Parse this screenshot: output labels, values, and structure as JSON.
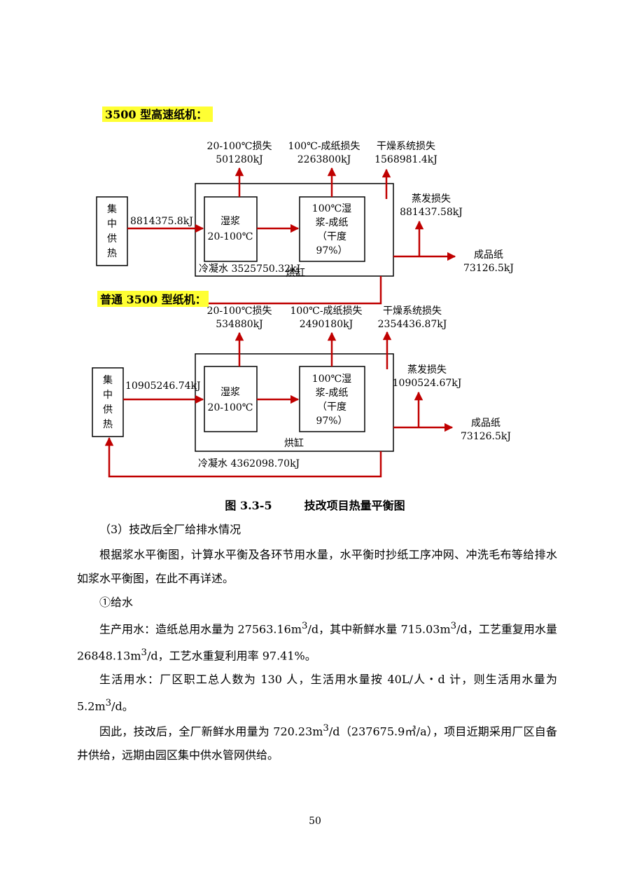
{
  "diagram": {
    "top": {
      "section_label": "3500 型高速纸机：",
      "loss_1_name": "20-100℃损失",
      "loss_1_value": "501280kJ",
      "loss_2_name": "100℃-成纸损失",
      "loss_2_value": "2263800kJ",
      "loss_3_name": "干燥系统损失",
      "loss_3_value": "1568981.4kJ",
      "evap_name": "蒸发损失",
      "evap_value": "881437.58kJ",
      "heat_supply": [
        "集",
        "中",
        "供",
        "热"
      ],
      "heat_input": "8814375.8kJ",
      "stage1_title": "湿浆",
      "stage1_range": "20-100℃",
      "stage2_lines": [
        "100℃湿",
        "浆-成纸",
        "（干度",
        "97%）"
      ],
      "dryer_label": "烘缸",
      "condensate": "冷凝水 3525750.32kJ",
      "product_name": "成品纸",
      "product_value": "73126.5kJ"
    },
    "bottom": {
      "section_label": "普通 3500 型纸机：",
      "loss_1_name": "20-100℃损失",
      "loss_1_value": "534880kJ",
      "loss_2_name": "100℃-成纸损失",
      "loss_2_value": "2490180kJ",
      "loss_3_name": "干燥系统损失",
      "loss_3_value": "2354436.87kJ",
      "evap_name": "蒸发损失",
      "evap_value": "1090524.67kJ",
      "heat_supply": [
        "集",
        "中",
        "供",
        "热"
      ],
      "heat_input": "10905246.74kJ",
      "stage1_title": "湿浆",
      "stage1_range": "20-100℃",
      "stage2_lines": [
        "100℃湿",
        "浆-成纸",
        "（干度",
        "97%）"
      ],
      "dryer_label": "烘缸",
      "condensate": "冷凝水 4362098.70kJ",
      "product_name": "成品纸",
      "product_value": "73126.5kJ"
    },
    "colors": {
      "arrow": "#c00000",
      "highlight": "#ffff33"
    }
  },
  "caption": {
    "number": "图 3.3-5",
    "title": "技改项目热量平衡图"
  },
  "body": {
    "p1": "（3）技改后全厂给排水情况",
    "p2": "根据浆水平衡图，计算水平衡及各环节用水量，水平衡时抄纸工序冲网、冲洗毛布等给排水如浆水平衡图，在此不再详述。",
    "p3": "①给水",
    "p4": {
      "a": "生产用水：造纸总用水量为 27563.16m",
      "b": "/d，其中新鲜水量 715.03m",
      "c": "/d，工艺重复用水量 26848.13m",
      "d": "/d，工艺水重复利用率 97.41%。",
      "sup": "3"
    },
    "p5": {
      "a": "生活用水：厂区职工总人数为 130 人，生活用水量按 40L/人・d 计，则生活用水量为 5.2m",
      "b": "/d。",
      "sup": "3"
    },
    "p6": {
      "a": "因此，技改后，全厂新鲜水用量为 720.23m",
      "b": "/d（237675.9㎥/a），项目近期采用厂区自备井供给，远期由园区集中供水管网供给。",
      "sup": "3"
    }
  },
  "page_number": "50"
}
